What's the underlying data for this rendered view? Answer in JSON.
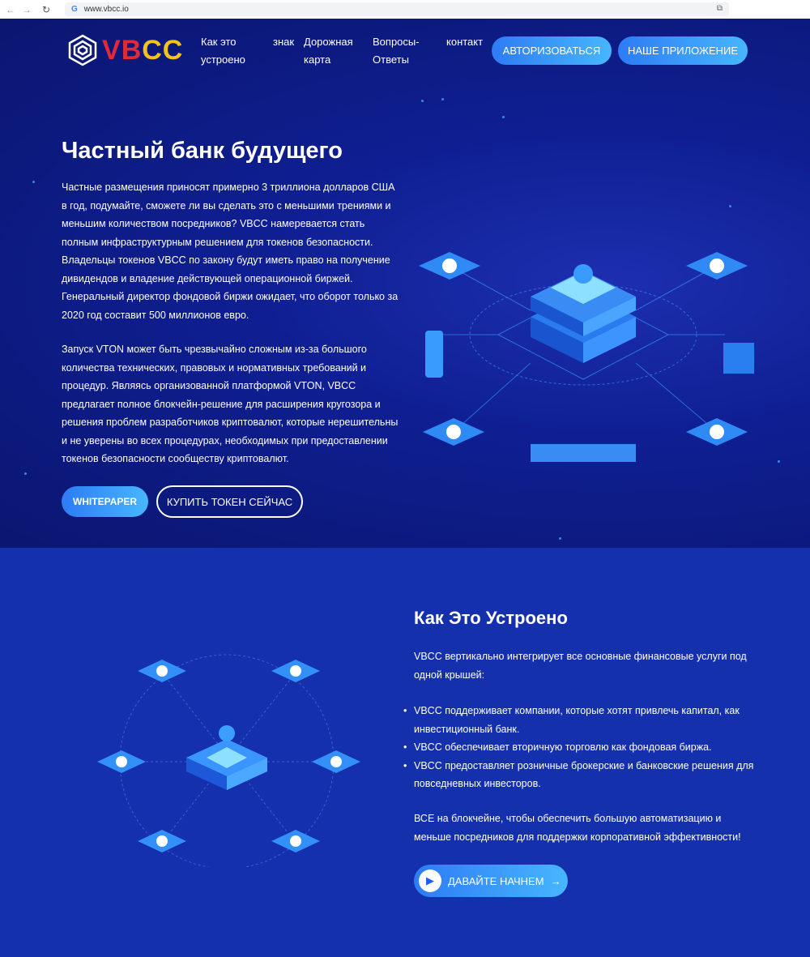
{
  "browser": {
    "url": "www.vbcc.io"
  },
  "header": {
    "logo_text_v": "V",
    "logo_text_b": "B",
    "logo_text_cc": "CC",
    "nav": [
      {
        "line1": "Как это",
        "line2": "устроено"
      },
      {
        "line1": "знак",
        "line2": ""
      },
      {
        "line1": "Дорожная",
        "line2": "карта"
      },
      {
        "line1": "Вопросы-",
        "line2": "Ответы"
      },
      {
        "line1": "контакт",
        "line2": ""
      }
    ],
    "login_label": "АВТОРИЗОВАТЬСЯ",
    "app_label": "НАШЕ ПРИЛОЖЕНИЕ"
  },
  "hero": {
    "title": "Частный банк будущего",
    "p1": "Частные размещения приносят примерно 3 триллиона долларов США в год, подумайте, сможете ли вы сделать это с меньшими трениями и меньшим количеством посредников? VBCC намеревается стать полным инфраструктурным решением для токенов безопасности. Владельцы токенов VBCC по закону будут иметь право на получение дивидендов и владение действующей операционной биржей. Генеральный директор фондовой биржи ожидает, что оборот только за 2020 год составит 500 миллионов евро.",
    "p2": "Запуск VTON может быть чрезвычайно сложным из-за большого количества технических, правовых и нормативных требований и процедур. Являясь организованной платформой VTON, VBCC предлагает полное блокчейн-решение для расширения кругозора и решения проблем разработчиков криптовалют, которые нерешительны и не уверены во всех процедурах, необходимых при предоставлении токенов безопасности сообществу криптовалют.",
    "whitepaper_label": "WHITEPAPER",
    "buy_label": "КУПИТЬ ТОКЕН СЕЙЧАС"
  },
  "how": {
    "title": "Как Это Устроено",
    "intro": "VBCC вертикально интегрирует все основные финансовые услуги под одной крышей:",
    "bullets": [
      "VBCC поддерживает компании, которые хотят привлечь капитал, как инвестиционный банк.",
      "VBCC обеспечивает вторичную торговлю как фондовая биржа.",
      "VBCC предоставляет розничные брокерские и банковские решения для повседневных инвесторов."
    ],
    "outro": "ВСЕ на блокчейне, чтобы обеспечить большую автоматизацию и меньше посредников для поддержки корпоративной эффективности!",
    "cta_label": "ДАВАЙТЕ НАЧНЕМ",
    "cta_arrow": "→"
  }
}
